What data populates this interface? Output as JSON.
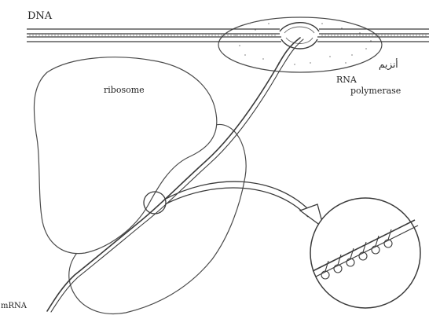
{
  "labels": {
    "dna": "DNA",
    "ribosome": "ribosome",
    "rna_polymerase_line1": "RNA",
    "rna_polymerase_line2": "polymerase",
    "rna_polymerase_arabic": "أنزيم",
    "mrna": "mRNA"
  },
  "colors": {
    "ink": "#4a4a4a",
    "strand": "#3a3a3a",
    "fill": "#ffffff"
  }
}
